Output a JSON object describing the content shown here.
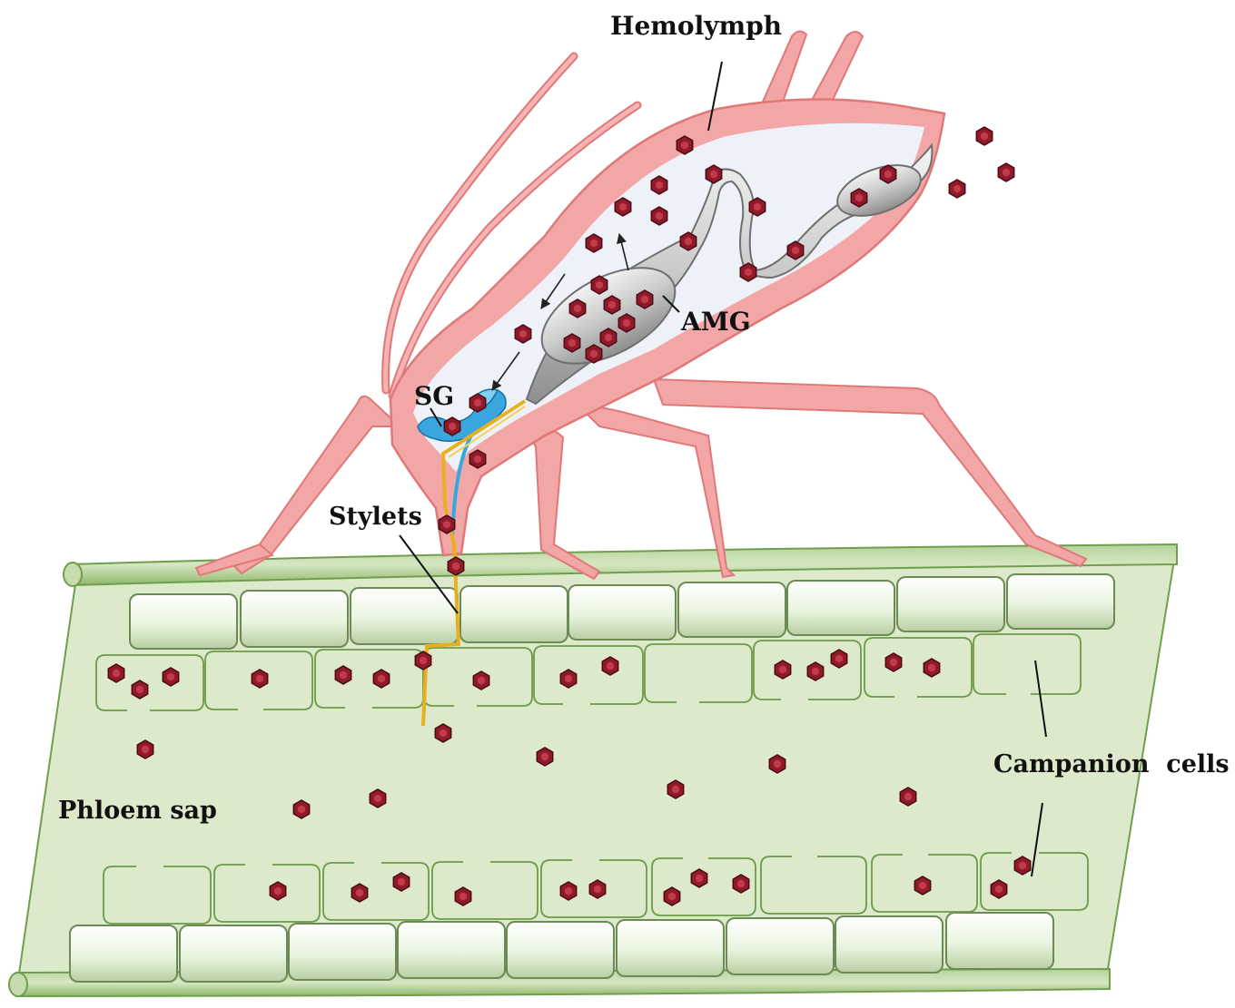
{
  "labels": {
    "hemolymph": "Hemolymph",
    "amg": "AMG",
    "sg": "SG",
    "stylets": "Stylets",
    "phloem_sap": "Phloem sap",
    "companion_cells": "Campanion  cells"
  },
  "colors": {
    "aphid_body": "#f2a6a6",
    "aphid_outline": "#e07878",
    "hemolymph_fill": "#eef2f8",
    "gut_fill": "#c8c8c8",
    "salivary_gland": "#39a7de",
    "stylet": "#e8b020",
    "plant_tissue": "#dceacb",
    "plant_outline": "#6f9f4c",
    "cell_fill": "#eef6e4",
    "particle": "#8f1a2a"
  },
  "icons": {
    "particle": "hexagonal-particle-icon",
    "arrow": "arrowhead-icon"
  }
}
